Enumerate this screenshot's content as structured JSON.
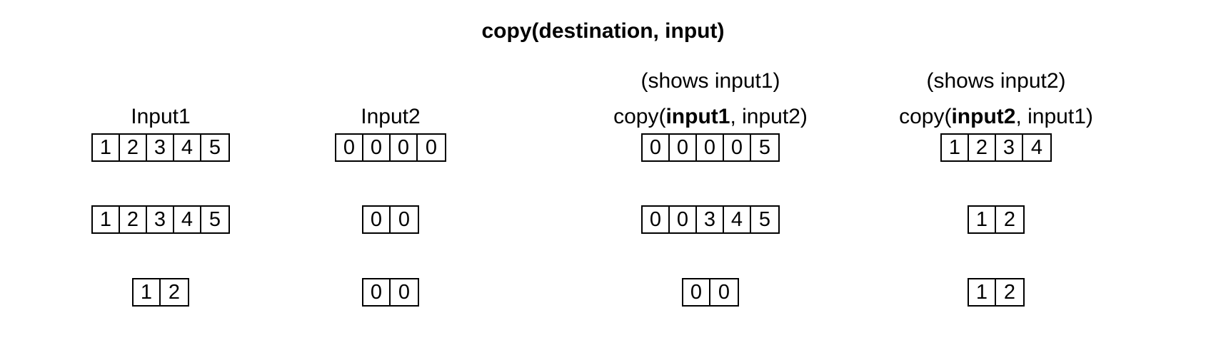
{
  "title": "copy(destination, input)",
  "columns": [
    {
      "note": "",
      "header": {
        "prefix": "",
        "bold": "",
        "suffix": "Input1"
      },
      "arrays": [
        [
          "1",
          "2",
          "3",
          "4",
          "5"
        ],
        [
          "1",
          "2",
          "3",
          "4",
          "5"
        ],
        [
          "1",
          "2"
        ]
      ]
    },
    {
      "note": "",
      "header": {
        "prefix": "",
        "bold": "",
        "suffix": "Input2"
      },
      "arrays": [
        [
          "0",
          "0",
          "0",
          "0"
        ],
        [
          "0",
          "0"
        ],
        [
          "0",
          "0"
        ]
      ]
    },
    {
      "note": "(shows input1)",
      "header": {
        "prefix": "copy(",
        "bold": "input1",
        "suffix": ", input2)"
      },
      "arrays": [
        [
          "0",
          "0",
          "0",
          "0",
          "5"
        ],
        [
          "0",
          "0",
          "3",
          "4",
          "5"
        ],
        [
          "0",
          "0"
        ]
      ]
    },
    {
      "note": "(shows input2)",
      "header": {
        "prefix": "copy(",
        "bold": "input2",
        "suffix": ", input1)"
      },
      "arrays": [
        [
          "1",
          "2",
          "3",
          "4"
        ],
        [
          "1",
          "2"
        ],
        [
          "1",
          "2"
        ]
      ]
    }
  ]
}
